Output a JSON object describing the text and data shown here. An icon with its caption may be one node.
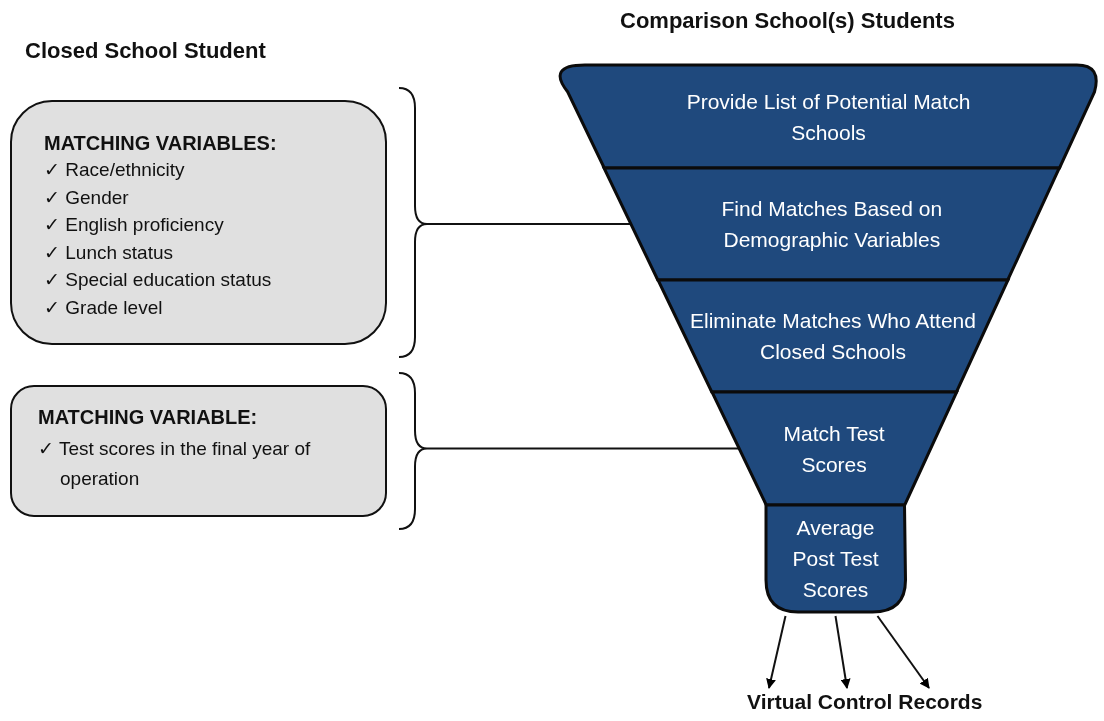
{
  "diagram": {
    "nodes": [
      {
        "text": [
          "MATCHING VARIABLES:",
          "✓ Race/ethnicity",
          "✓ Gender",
          "✓ English proficiency",
          "✓ Lunch status",
          "✓ Special education status",
          "✓ Grade level"
        ]
      },
      {
        "text": [
          "MATCHING VARIABLE:",
          "✓ Test scores in the final year of operation"
        ]
      },
      {
        "text": [
          "Provide List of Potential Match Schools"
        ]
      },
      {
        "text": [
          "Find Matches Based on Demographic Variables"
        ]
      },
      {
        "text": [
          "Eliminate Matches Who Attend Closed Schools"
        ]
      },
      {
        "text": [
          "Match Test Scores"
        ]
      },
      {
        "text": [
          "Average Post Test Scores"
        ]
      },
      {
        "text": [
          "Virtual Control Records"
        ]
      }
    ],
    "edges": [
      {
        "from": 0,
        "to": 3,
        "arrow": "none"
      },
      {
        "from": 1,
        "to": 5,
        "arrow": "none"
      },
      {
        "from": 6,
        "to": 7,
        "arrow": "to"
      },
      {
        "from": 6,
        "to": 7,
        "arrow": "to"
      },
      {
        "from": 6,
        "to": 7,
        "arrow": "to"
      }
    ],
    "labels": [
      "Comparison School(s) Students",
      "Closed School Student"
    ]
  }
}
